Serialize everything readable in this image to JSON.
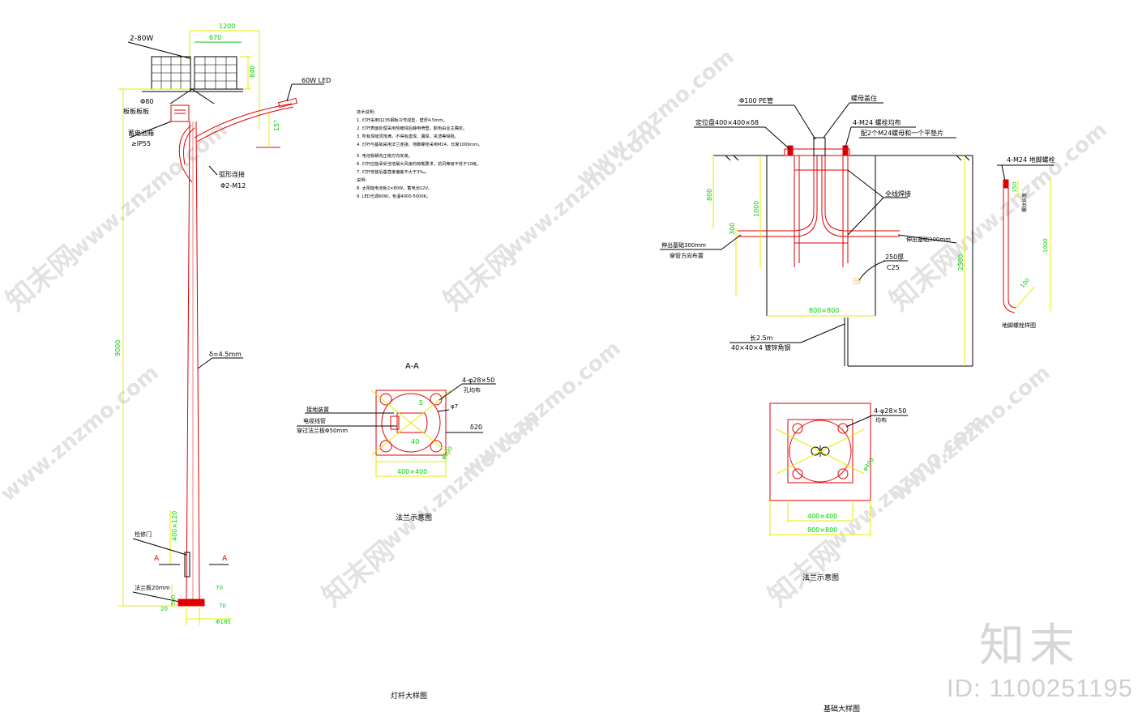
{
  "pole": {
    "panel_label": "2-80W",
    "overall_width": "1200",
    "panel_width": "670",
    "panel_height": "840",
    "pipe_label": "Φ80",
    "panel_bracket_label": "板板板板",
    "battery_label": "蓄电池箱",
    "ip_label": "≥IP55",
    "lamp_label": "60W LED",
    "tilt_label": "15°",
    "arm_label": "弧形连接",
    "arm_bolt": "Φ2-M12",
    "pole_label": "δ=4.5mm",
    "height": "9000",
    "door_label": "检修门",
    "door_size": "400×120",
    "flange_label": "法兰板20mm",
    "base_dim1": "300",
    "base_dim2": "20",
    "base_dim3": "70",
    "base_dim4": "70",
    "diameter": "Φ185",
    "section_a": "A",
    "caption": "灯杆大样图"
  },
  "notes": [
    "技术说明：",
    "1. 灯杆采用Q235钢板冷弯成型，壁厚4.5mm。",
    "2. 灯杆表面处理采用热镀锌后静电喷塑，颜色由业主确定。",
    "3. 所有焊缝须饱满，不得有虚焊、漏焊、夹渣等缺陷。",
    "4. 灯杆与基础采用法兰连接，地脚螺栓采用M24，长度1000mm。",
    "5. 电池板朝向正南方向安装。",
    "6. 灯杆应能承受当地最大风速的荷载要求，抗风等级不低于10级。",
    "7. 灯杆安装后垂直度偏差不大于3‰。",
    "说明：",
    "8. 太阳能电池板2×80W，蓄电池12V。",
    "9. LED光源60W，色温4000-5000K。"
  ],
  "flange_aa": {
    "title": "A-A",
    "hole_label": "4-φ28×50",
    "hole_note": "孔均布",
    "ground_label": "接地装置",
    "cable_label": "电缆线管",
    "cable_note": "穿过法兰板Φ50mm",
    "dim5": "5",
    "dim40": "40",
    "phi7": "φ7",
    "delta20": "δ20",
    "phi100": "φ100",
    "size": "400×400",
    "caption": "法兰示意图"
  },
  "foundation": {
    "pe_pipe": "Φ100  PE管",
    "cap_label": "螺母盖住",
    "steel_plate": "定位盘400×400×δ8",
    "bolt_label": "4-M24 螺栓均布",
    "nut_label": "配2个M24螺母和一个平垫片",
    "dim800": "800",
    "dim1000": "1000",
    "dim300": "300",
    "rebar_label": "全线焊接",
    "left_ext": "伸出基础300mm",
    "left_ext2": "穿管方向布置",
    "right_ext": "伸出基础300mm",
    "grade_label": "250厚",
    "concrete": "C25",
    "dim2500": "2500",
    "base_size": "800×800",
    "ground_rod": "长2.5m",
    "ground_rod2": "40×40×4 镀锌角钢",
    "caption": "基础大样图"
  },
  "anchor": {
    "label": "4-M24 地脚螺栓",
    "dim150": "150",
    "thread_label": "螺纹长度",
    "dim1000": "1000",
    "dim100": "100",
    "caption": "地脚螺栓样图"
  },
  "flange_plan": {
    "hole_label": "4-φ28×50",
    "hole_note": "均布",
    "phi": "φ400",
    "inner": "400×400",
    "outer": "800×800",
    "caption": "法兰示意图"
  },
  "watermark": {
    "logo": "知末",
    "id": "ID: 1100251195",
    "site": "www.znzmo.com",
    "brand": "知末网"
  },
  "colors": {
    "dim": "#00d000",
    "red": "#e00000",
    "line": "#000000",
    "yellow": "#e8e800",
    "watermark": "#dcdcdc"
  }
}
